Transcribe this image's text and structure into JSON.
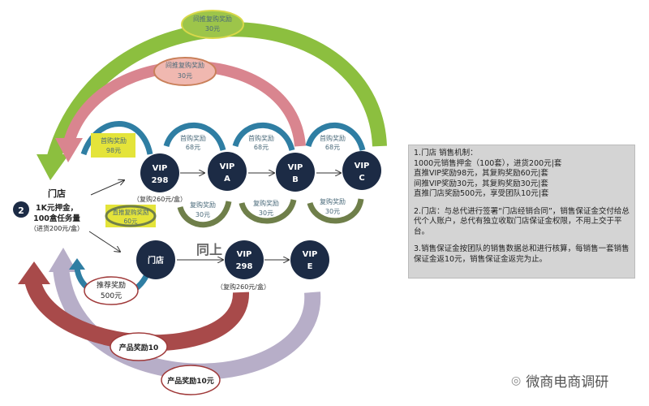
{
  "nodes": {
    "vip298": [
      "VIP",
      "298"
    ],
    "vipA": [
      "VIP",
      "A"
    ],
    "vipB": [
      "VIP",
      "B"
    ],
    "vipC": [
      "VIP",
      "C"
    ],
    "store": "门店",
    "vip298b": [
      "VIP",
      "298"
    ],
    "vipE": [
      "VIP",
      "E"
    ]
  },
  "store_info": {
    "badge": "2",
    "title": "门店",
    "line1": "1K元押金，",
    "line2": "100盒任务量",
    "line3": "（进货200元/盒）"
  },
  "repurchase_note": "（复购260元/盒）",
  "same_as_above": "同上",
  "labels": {
    "top_green": [
      "间推复购奖励",
      "30元"
    ],
    "pink": [
      "间推复购奖励",
      "30元"
    ],
    "yellow_first": [
      "首购奖励",
      "98元"
    ],
    "first68": [
      "首购奖励",
      "68元"
    ],
    "re30": [
      "复购奖励",
      "30元"
    ],
    "yellow_direct": [
      "直推复购奖励",
      "60元"
    ],
    "recommend": [
      "推荐奖励",
      "500元"
    ],
    "product1": "产品奖励10",
    "product2": "产品奖励10元"
  },
  "panel": {
    "s1": [
      "1.门店 销售机制：",
      "1000元销售押金（100套），进货200元|套",
      "直推VIP奖励98元，其复购奖励60元|套",
      "间推VIP奖励30元，其复购奖励30元|套",
      "直推门店奖励500元，享受团队10元|套"
    ],
    "s2": "2.门店：与总代进行签署“门店经销合同”，销售保证金交付给总代个人账户，总代有独立收取门店保证金权限，不用上交于平台。",
    "s3": "3.销售保证金按团队的销售数据总和进行核算，每销售一套销售保证金返10元，销售保证金返完为止。"
  },
  "watermark": "微商电商调研",
  "colors": {
    "node": "#1c2b45",
    "green": "#8cbf3f",
    "pink": "#d9858f",
    "teal": "#2f7ea3",
    "olive": "#6f7f4a",
    "panel": "#d4d4d4"
  }
}
